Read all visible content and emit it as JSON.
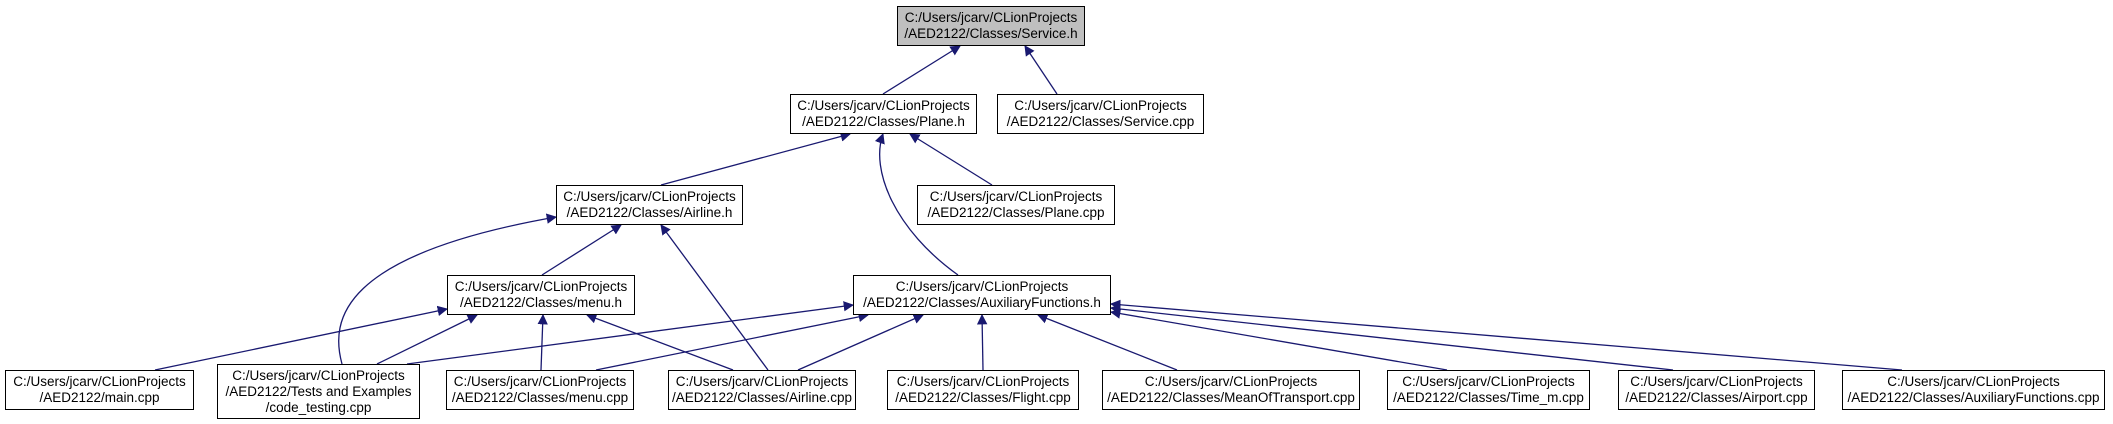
{
  "diagram": {
    "edge_color": "#191970",
    "highlight_fill": "#bfbfbf",
    "nodes": [
      {
        "id": "service_h",
        "lines": [
          "C:/Users/jcarv/CLionProjects",
          "/AED2122/Classes/Service.h"
        ],
        "highlight": true
      },
      {
        "id": "plane_h",
        "lines": [
          "C:/Users/jcarv/CLionProjects",
          "/AED2122/Classes/Plane.h"
        ]
      },
      {
        "id": "service_cpp",
        "lines": [
          "C:/Users/jcarv/CLionProjects",
          "/AED2122/Classes/Service.cpp"
        ]
      },
      {
        "id": "airline_h",
        "lines": [
          "C:/Users/jcarv/CLionProjects",
          "/AED2122/Classes/Airline.h"
        ]
      },
      {
        "id": "plane_cpp",
        "lines": [
          "C:/Users/jcarv/CLionProjects",
          "/AED2122/Classes/Plane.cpp"
        ]
      },
      {
        "id": "menu_h",
        "lines": [
          "C:/Users/jcarv/CLionProjects",
          "/AED2122/Classes/menu.h"
        ]
      },
      {
        "id": "auxfn_h",
        "lines": [
          "C:/Users/jcarv/CLionProjects",
          "/AED2122/Classes/AuxiliaryFunctions.h"
        ]
      },
      {
        "id": "main_cpp",
        "lines": [
          "C:/Users/jcarv/CLionProjects",
          "/AED2122/main.cpp"
        ]
      },
      {
        "id": "code_testing",
        "lines": [
          "C:/Users/jcarv/CLionProjects",
          "/AED2122/Tests and Examples",
          "/code_testing.cpp"
        ]
      },
      {
        "id": "menu_cpp",
        "lines": [
          "C:/Users/jcarv/CLionProjects",
          "/AED2122/Classes/menu.cpp"
        ]
      },
      {
        "id": "airline_cpp",
        "lines": [
          "C:/Users/jcarv/CLionProjects",
          "/AED2122/Classes/Airline.cpp"
        ]
      },
      {
        "id": "flight_cpp",
        "lines": [
          "C:/Users/jcarv/CLionProjects",
          "/AED2122/Classes/Flight.cpp"
        ]
      },
      {
        "id": "meanoftransport_cpp",
        "lines": [
          "C:/Users/jcarv/CLionProjects",
          "/AED2122/Classes/MeanOfTransport.cpp"
        ]
      },
      {
        "id": "time_m_cpp",
        "lines": [
          "C:/Users/jcarv/CLionProjects",
          "/AED2122/Classes/Time_m.cpp"
        ]
      },
      {
        "id": "airport_cpp",
        "lines": [
          "C:/Users/jcarv/CLionProjects",
          "/AED2122/Classes/Airport.cpp"
        ]
      },
      {
        "id": "auxfn_cpp",
        "lines": [
          "C:/Users/jcarv/CLionProjects",
          "/AED2122/Classes/AuxiliaryFunctions.cpp"
        ]
      }
    ],
    "edges": [
      {
        "from": "plane_h",
        "to": "service_h"
      },
      {
        "from": "service_cpp",
        "to": "service_h"
      },
      {
        "from": "airline_h",
        "to": "plane_h"
      },
      {
        "from": "plane_cpp",
        "to": "plane_h"
      },
      {
        "from": "auxfn_h",
        "to": "plane_h"
      },
      {
        "from": "menu_h",
        "to": "airline_h"
      },
      {
        "from": "code_testing",
        "to": "airline_h"
      },
      {
        "from": "airline_cpp",
        "to": "airline_h"
      },
      {
        "from": "main_cpp",
        "to": "menu_h"
      },
      {
        "from": "code_testing",
        "to": "menu_h"
      },
      {
        "from": "menu_cpp",
        "to": "menu_h"
      },
      {
        "from": "airline_cpp",
        "to": "menu_h"
      },
      {
        "from": "code_testing",
        "to": "auxfn_h"
      },
      {
        "from": "menu_cpp",
        "to": "auxfn_h"
      },
      {
        "from": "airline_cpp",
        "to": "auxfn_h"
      },
      {
        "from": "flight_cpp",
        "to": "auxfn_h"
      },
      {
        "from": "meanoftransport_cpp",
        "to": "auxfn_h"
      },
      {
        "from": "time_m_cpp",
        "to": "auxfn_h"
      },
      {
        "from": "airport_cpp",
        "to": "auxfn_h"
      },
      {
        "from": "auxfn_cpp",
        "to": "auxfn_h"
      }
    ]
  }
}
